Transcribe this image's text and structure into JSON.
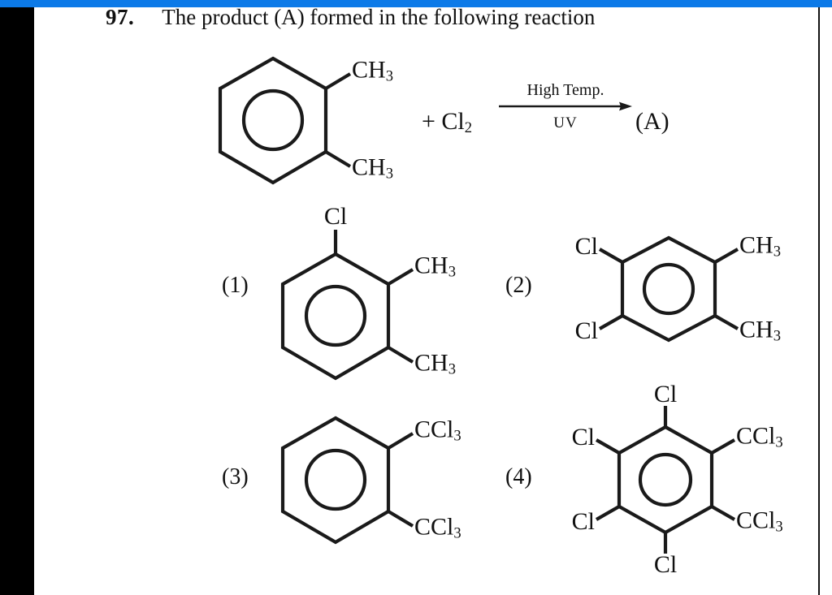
{
  "page": {
    "blue_bar_color": "#0c7ae8",
    "left_band_color": "#000000",
    "background_color": "#ffffff",
    "ink_color": "#111111"
  },
  "question": {
    "number": "97.",
    "text": "The product (A) formed in the following reaction"
  },
  "reaction": {
    "reagent": "+ Cl",
    "reagent_sub": "2",
    "above_arrow": "High Temp.",
    "below_arrow": "UV",
    "product": "(A)",
    "reactant_name": "o-xylene",
    "reactant_substituents": [
      {
        "label": "CH",
        "sub": "3",
        "position": "upper-right"
      },
      {
        "label": "CH",
        "sub": "3",
        "position": "lower-right"
      }
    ]
  },
  "options": [
    {
      "label": "(1)",
      "ring": "benzene-aromatic-circle",
      "substituents": [
        {
          "label": "Cl",
          "sub": "",
          "position": "top"
        },
        {
          "label": "CH",
          "sub": "3",
          "position": "upper-right"
        },
        {
          "label": "CH",
          "sub": "3",
          "position": "lower-right"
        }
      ]
    },
    {
      "label": "(2)",
      "ring": "benzene-aromatic-circle",
      "substituents": [
        {
          "label": "Cl",
          "sub": "",
          "position": "upper-left"
        },
        {
          "label": "Cl",
          "sub": "",
          "position": "lower-left"
        },
        {
          "label": "CH",
          "sub": "3",
          "position": "upper-right"
        },
        {
          "label": "CH",
          "sub": "3",
          "position": "lower-right"
        }
      ]
    },
    {
      "label": "(3)",
      "ring": "benzene-aromatic-circle",
      "substituents": [
        {
          "label": "CCl",
          "sub": "3",
          "position": "upper-right"
        },
        {
          "label": "CCl",
          "sub": "3",
          "position": "lower-right"
        }
      ]
    },
    {
      "label": "(4)",
      "ring": "benzene-aromatic-circle",
      "substituents": [
        {
          "label": "Cl",
          "sub": "",
          "position": "top"
        },
        {
          "label": "Cl",
          "sub": "",
          "position": "upper-left"
        },
        {
          "label": "Cl",
          "sub": "",
          "position": "lower-left"
        },
        {
          "label": "Cl",
          "sub": "",
          "position": "bottom"
        },
        {
          "label": "CCl",
          "sub": "3",
          "position": "upper-right"
        },
        {
          "label": "CCl",
          "sub": "3",
          "position": "lower-right"
        }
      ]
    }
  ]
}
